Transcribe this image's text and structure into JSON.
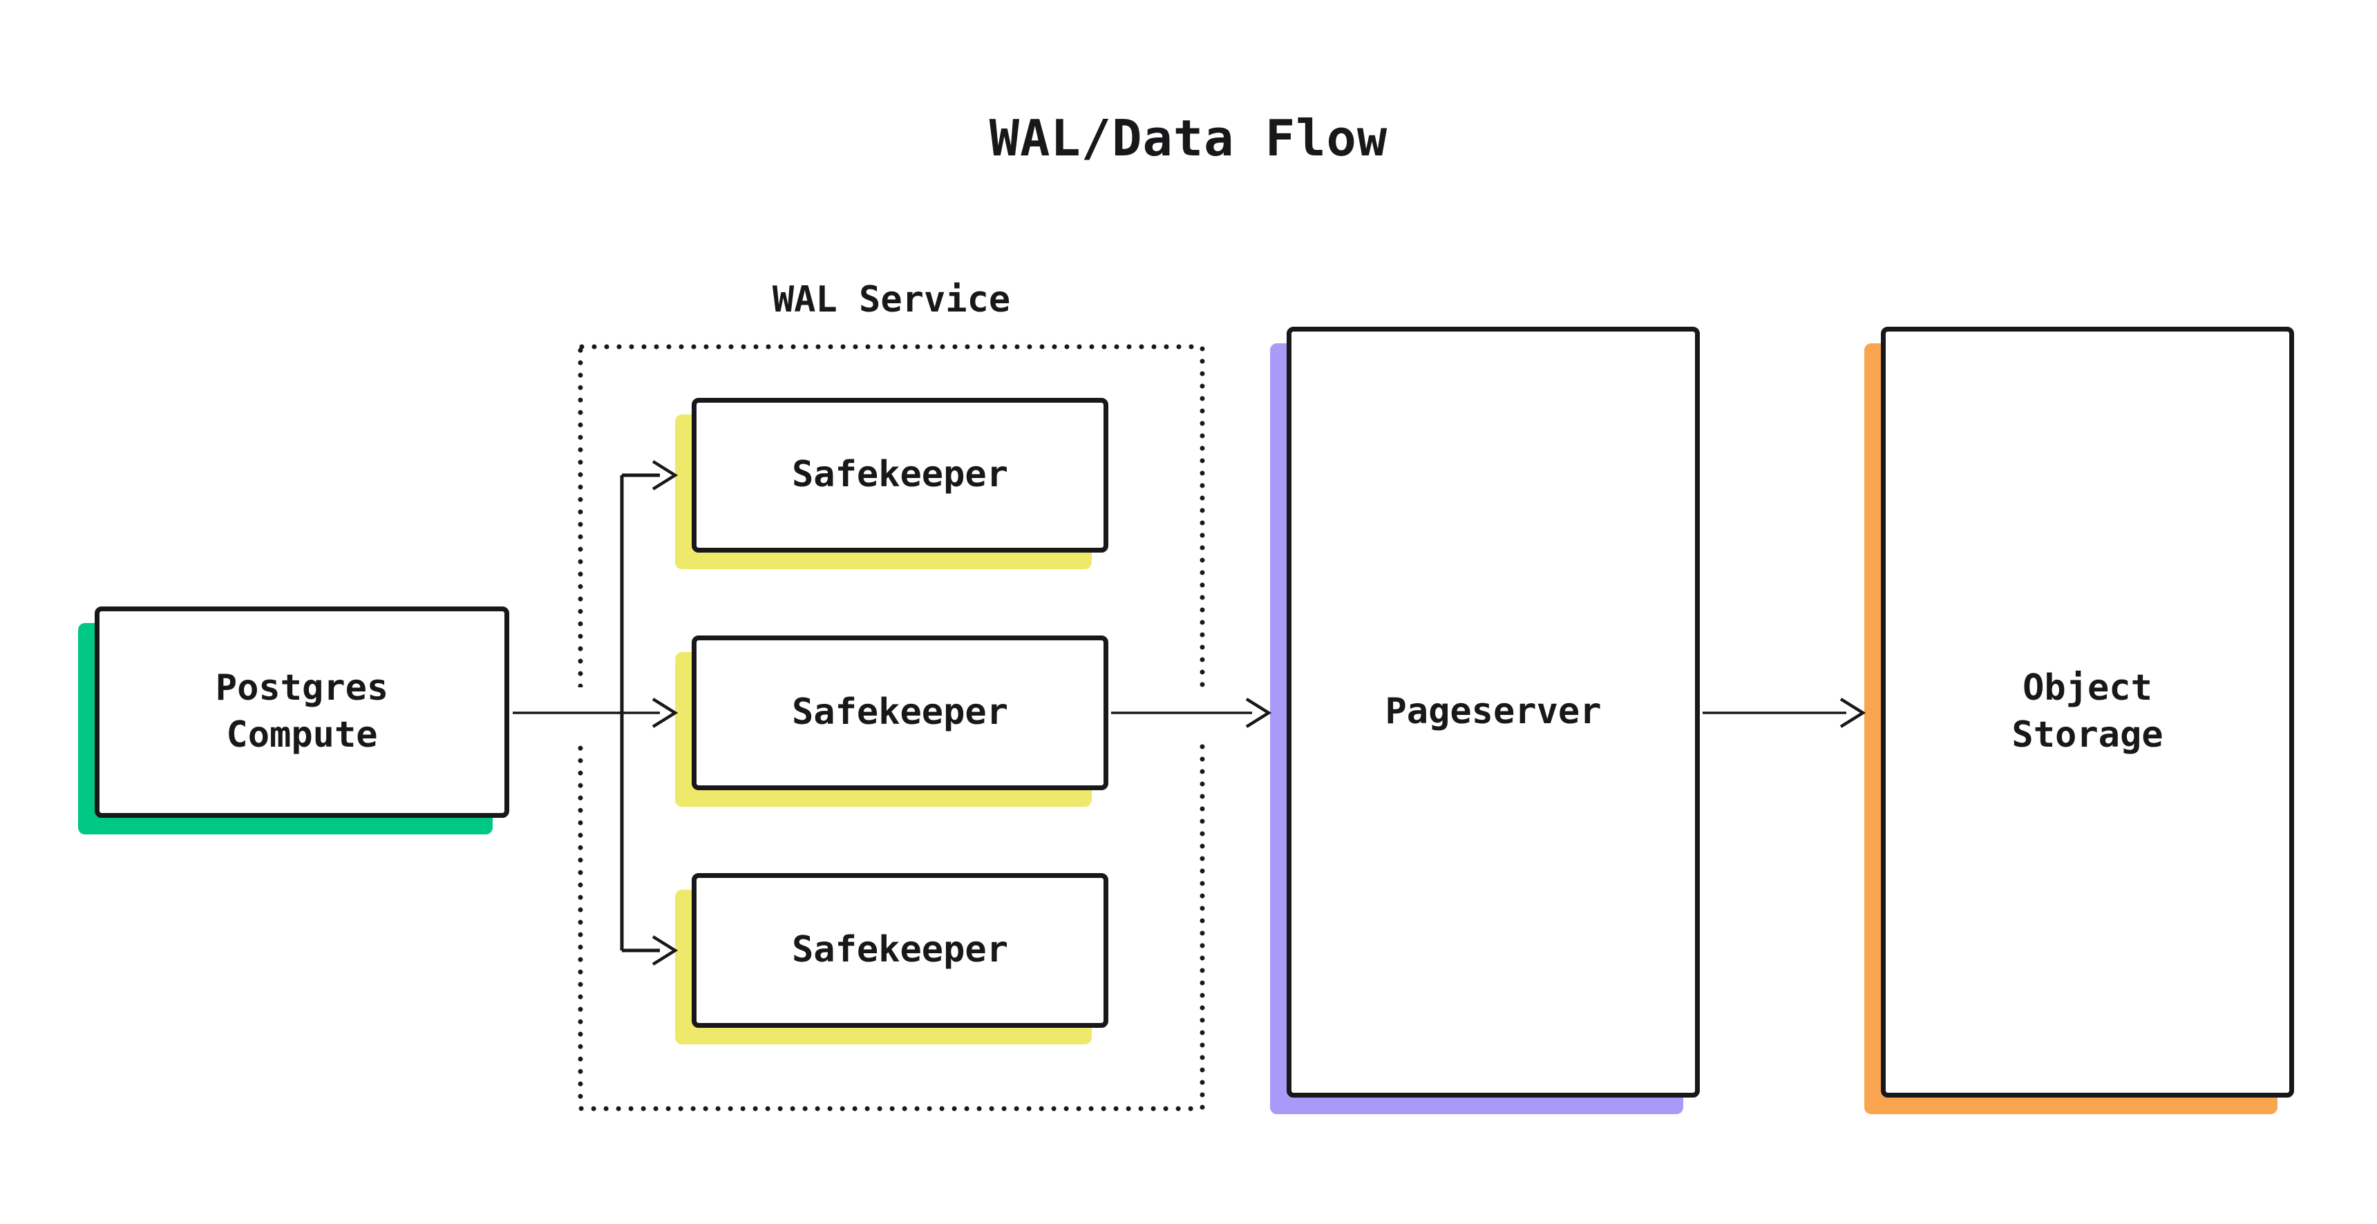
{
  "title": "WAL/Data Flow",
  "group": {
    "label": "WAL Service"
  },
  "nodes": {
    "postgres": {
      "label": "Postgres\nCompute"
    },
    "safekeeper1": {
      "label": "Safekeeper"
    },
    "safekeeper2": {
      "label": "Safekeeper"
    },
    "safekeeper3": {
      "label": "Safekeeper"
    },
    "pageserver": {
      "label": "Pageserver"
    },
    "objectStorage": {
      "label": "Object\nStorage"
    }
  },
  "colors": {
    "background": "#ffffff",
    "ink": "#18181b",
    "postgres_shadow": "#00c884",
    "safekeeper_shadow": "#eee96b",
    "pageserver_shadow": "#a89bf8",
    "object_storage_shadow": "#f9a54f"
  }
}
